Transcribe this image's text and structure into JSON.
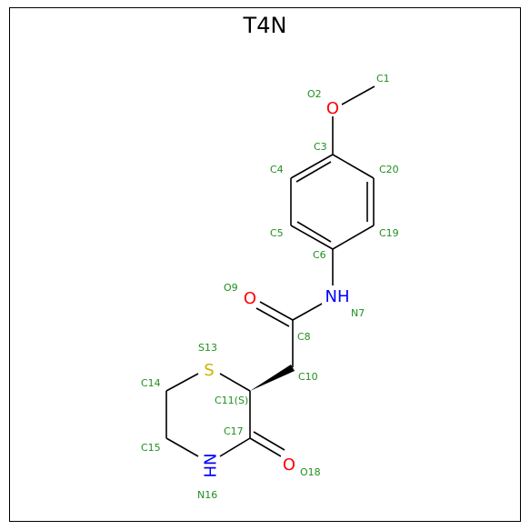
{
  "title": "T4N",
  "colors": {
    "carbon_label": "#1f8f1f",
    "oxygen": "#ff0000",
    "nitrogen": "#0000ff",
    "sulfur": "#c8b400",
    "bond": "#000000"
  },
  "atoms": {
    "o2_symbol": "O",
    "n7_symbol": "NH",
    "o9_symbol": "O",
    "s13_symbol": "S",
    "n16_symbol": "NH",
    "o18_symbol": "O"
  },
  "labels": {
    "c1": "C1",
    "o2": "O2",
    "c3": "C3",
    "c4": "C4",
    "c5": "C5",
    "c6": "C6",
    "n7": "N7",
    "c8": "C8",
    "o9": "O9",
    "c10": "C10",
    "c11": "C11(S)",
    "s13": "S13",
    "c14": "C14",
    "c15": "C15",
    "n16": "N16",
    "c17": "C17",
    "o18": "O18",
    "c19": "C19",
    "c20": "C20"
  }
}
